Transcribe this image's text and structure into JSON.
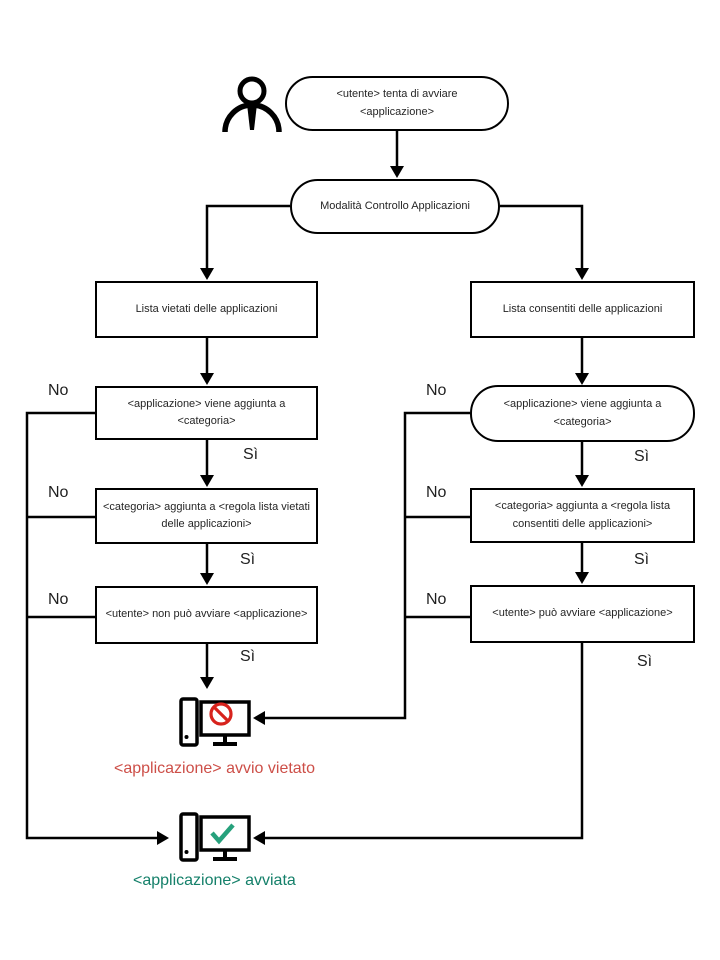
{
  "labels": {
    "yes": "Sì",
    "no": "No"
  },
  "colors": {
    "line": "#000000",
    "denied_text": "#cd4f48",
    "denied_symbol": "#d7231d",
    "allowed_text": "#15806a",
    "allowed_symbol": "#26a17c"
  },
  "icons": {
    "user": "user-icon",
    "blocked": "blocked-computer-icon",
    "allowed": "allowed-computer-icon"
  },
  "nodes": {
    "start": "<utente> tenta di avviare <applicazione>",
    "mode": "Modalità Controllo Applicazioni",
    "denylist": "Lista vietati delle applicazioni",
    "allowlist": "Lista consentiti delle applicazioni",
    "deny_app_added": "<applicazione> viene aggiunta a <categoria>",
    "allow_app_added": "<applicazione> viene aggiunta a <categoria>",
    "deny_category_rule": "<categoria> aggiunta a <regola lista vietati delle applicazioni>",
    "allow_category_rule": "<categoria> aggiunta a <regola lista consentiti delle applicazioni>",
    "deny_user": "<utente> non può avviare <applicazione>",
    "allow_user": "<utente> può avviare <applicazione>",
    "denied_caption": "<applicazione> avvio vietato",
    "allowed_caption": "<applicazione> avviata"
  }
}
